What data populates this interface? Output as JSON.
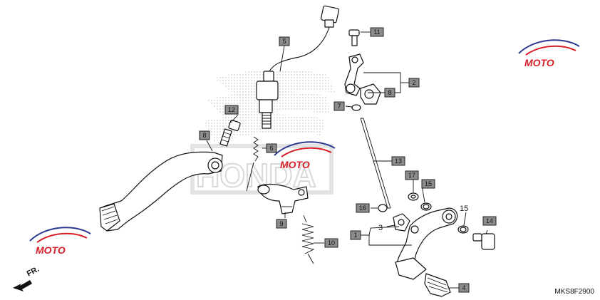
{
  "diagram_code": "MKS8F2900",
  "front_marker": "FR.",
  "watermark_text": "MOTO",
  "callouts": [
    {
      "id": "c1",
      "label": "1"
    },
    {
      "id": "c2",
      "label": "2"
    },
    {
      "id": "c4",
      "label": "4"
    },
    {
      "id": "c5",
      "label": "5"
    },
    {
      "id": "c6",
      "label": "6"
    },
    {
      "id": "c7",
      "label": "7"
    },
    {
      "id": "c8a",
      "label": "8"
    },
    {
      "id": "c8b",
      "label": "8"
    },
    {
      "id": "c9",
      "label": "9"
    },
    {
      "id": "c10",
      "label": "10"
    },
    {
      "id": "c11",
      "label": "11"
    },
    {
      "id": "c12",
      "label": "12"
    },
    {
      "id": "c13",
      "label": "13"
    },
    {
      "id": "c14",
      "label": "14"
    },
    {
      "id": "c15",
      "label": "15"
    },
    {
      "id": "c16",
      "label": "16"
    },
    {
      "id": "c17",
      "label": "17"
    }
  ],
  "plain_labels": [
    {
      "id": "p3",
      "label": "3"
    },
    {
      "id": "p15",
      "label": "15"
    }
  ],
  "colors": {
    "callout_fill": "#8c8c8c",
    "line": "#111111",
    "watermark_red": "#d6202a",
    "watermark_blue": "#2b3990",
    "background_logo": "#d9d9d9"
  }
}
